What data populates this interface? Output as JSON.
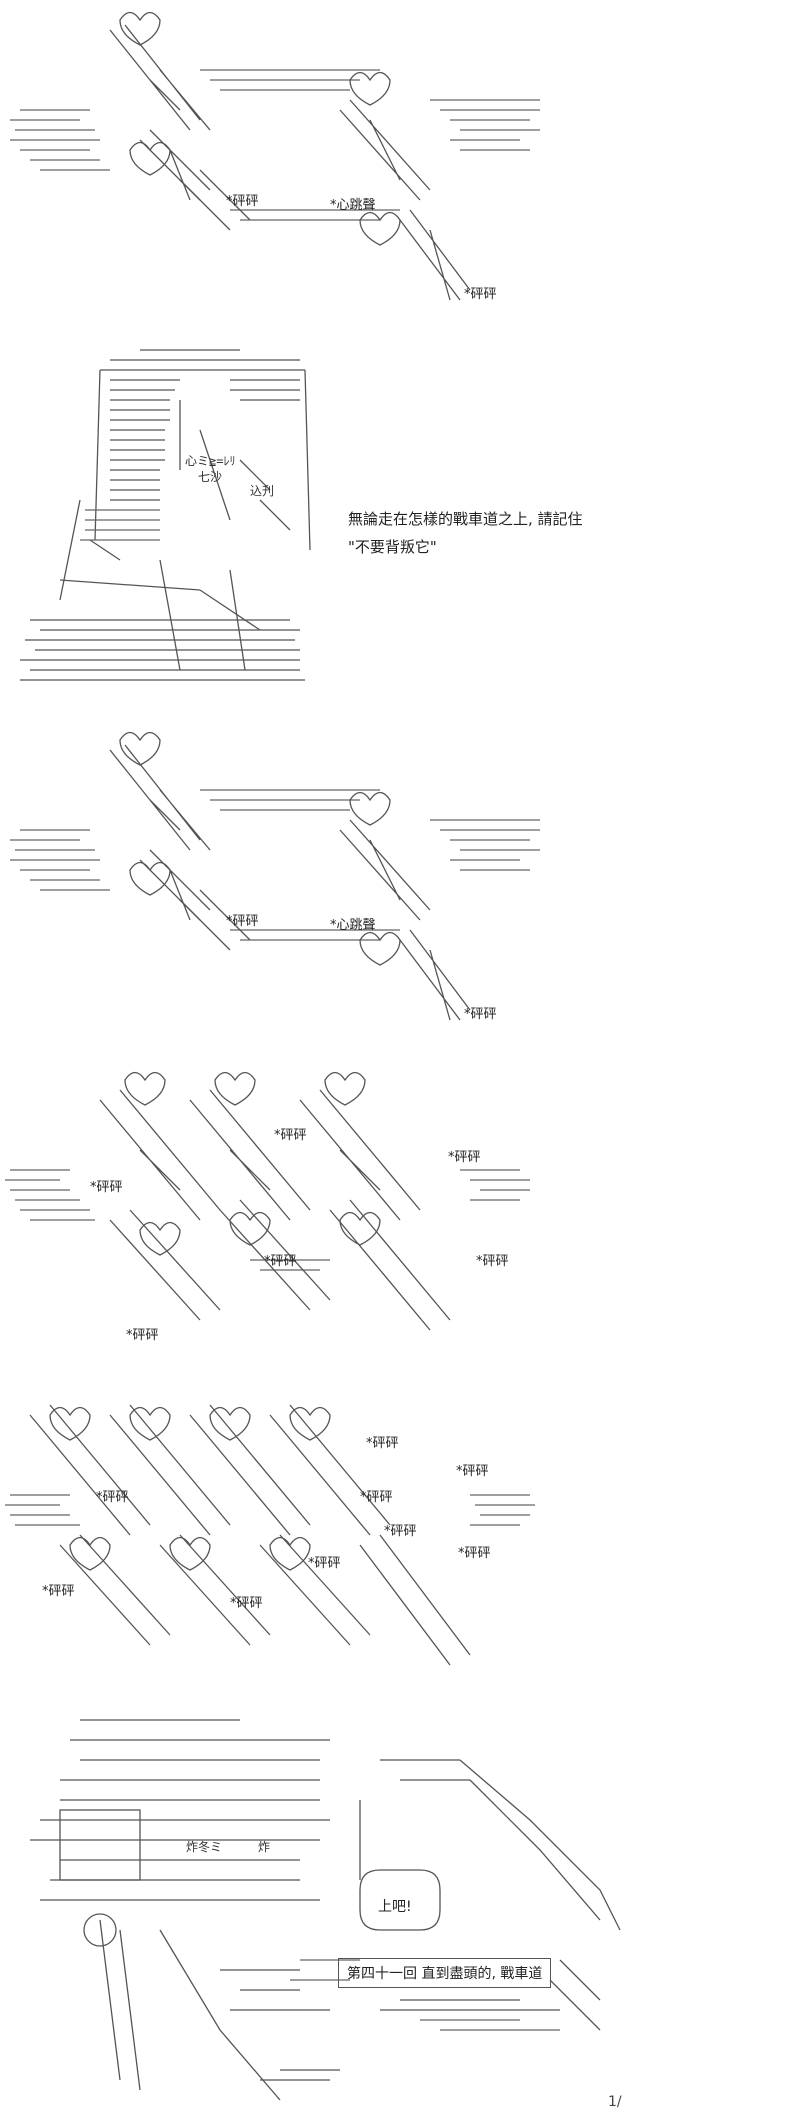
{
  "panels": {
    "p1": {
      "sfx_a": "*砰砰",
      "sfx_b": "*心跳聲",
      "sfx_c": "*砰砰"
    },
    "p2": {
      "art_text_a": "心ミ≧=ﾚﾘ",
      "art_text_b": "七沙",
      "art_text_c": "込刋",
      "caption_line1": "無論走在怎樣的戰車道之上, 請記住",
      "caption_line2": "\"不要背叛它\""
    },
    "p3": {
      "sfx_a": "*砰砰",
      "sfx_b": "*心跳聲",
      "sfx_c": "*砰砰"
    },
    "p4": {
      "sfx": [
        "*砰砰",
        "*砰砰",
        "*砰砰",
        "*砰砰",
        "*砰砰",
        "*砰砰"
      ]
    },
    "p5": {
      "sfx": [
        "*砰砰",
        "*砰砰",
        "*砰砰",
        "*砰砰",
        "*砰砰",
        "*砰砰",
        "*砰砰",
        "*砰砰",
        "*砰砰"
      ]
    },
    "p6": {
      "art_text_a": "炸冬ミ",
      "art_text_b": "炸",
      "bubble": "上吧!",
      "chapter_title": "第四十一回 直到盡頭的, 戰車道"
    }
  },
  "page_number": "1/"
}
